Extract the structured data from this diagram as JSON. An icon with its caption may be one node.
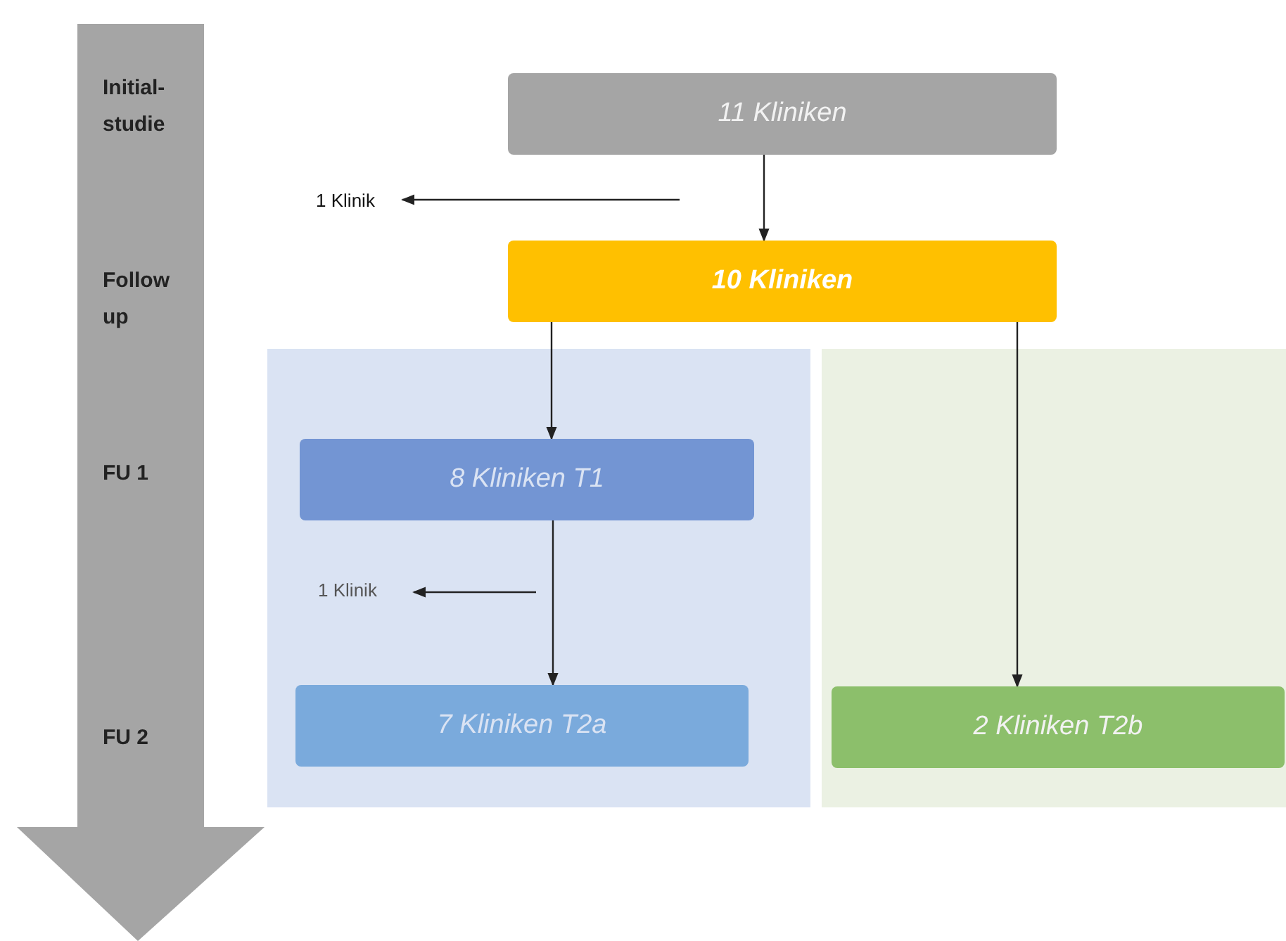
{
  "diagram": {
    "nodes": [
      {
        "text": [
          "11 Kliniken"
        ]
      },
      {
        "text": [
          "1 Klinik"
        ]
      },
      {
        "text": [
          "10 Kliniken"
        ]
      },
      {
        "text": [],
        "shape": "box"
      },
      {
        "text": [],
        "shape": "box"
      },
      {
        "text": [
          "8 Kliniken T1"
        ],
        "in": 3
      },
      {
        "text": [
          "1 Klinik"
        ],
        "in": 3
      },
      {
        "text": [
          "7 Kliniken T2a"
        ],
        "in": 3
      },
      {
        "text": [
          "2 Kliniken T2b"
        ],
        "in": 4
      }
    ],
    "edges": [
      {
        "from": null,
        "to": 1,
        "arrow": "to"
      },
      {
        "from": 0,
        "to": 2,
        "arrow": "to"
      },
      {
        "from": 2,
        "to": 5,
        "arrow": "to"
      },
      {
        "from": 2,
        "to": 8,
        "arrow": "to"
      },
      {
        "from": null,
        "to": 6,
        "arrow": "to"
      },
      {
        "from": 5,
        "to": 7,
        "arrow": "to"
      }
    ],
    "labels": [
      "Initial- studie",
      "Follow up",
      "FU 1",
      "FU 2"
    ]
  }
}
